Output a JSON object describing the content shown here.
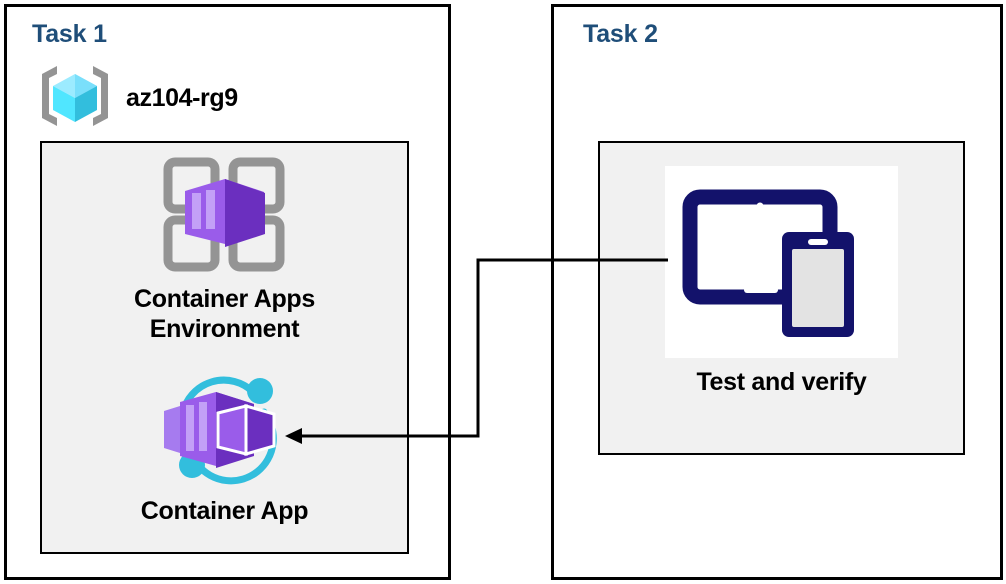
{
  "diagram": {
    "title": "Azure Container Apps task diagram",
    "background": "#ffffff",
    "colors": {
      "task_title": "#1F4E79",
      "panel_fill": "#f1f1f1",
      "outline": "#000000",
      "azure_purple": "#6B2FBF",
      "azure_purple_light": "#A67BEF",
      "azure_cyan": "#32BEDD",
      "resource_group_cyan": "#50E6FF",
      "bracket_gray": "#949494",
      "device_navy": "#13126B"
    }
  },
  "tasks": [
    {
      "id": "task1",
      "title": "Task 1",
      "resource_group": {
        "icon": "resource-group-icon",
        "name": "az104-rg9"
      },
      "nodes": [
        {
          "id": "container-apps-environment",
          "icon": "container-apps-environment-icon",
          "label": "Container Apps\nEnvironment"
        },
        {
          "id": "container-app",
          "icon": "container-app-icon",
          "label": "Container App"
        }
      ]
    },
    {
      "id": "task2",
      "title": "Task 2",
      "nodes": [
        {
          "id": "test-and-verify",
          "icon": "devices-icon",
          "label": "Test and verify"
        }
      ]
    }
  ],
  "connector": {
    "id": "test-to-container-app-arrow",
    "from": "test-and-verify",
    "to": "container-app",
    "style": "orthogonal-elbow",
    "arrowhead": "end",
    "color": "#000000"
  }
}
